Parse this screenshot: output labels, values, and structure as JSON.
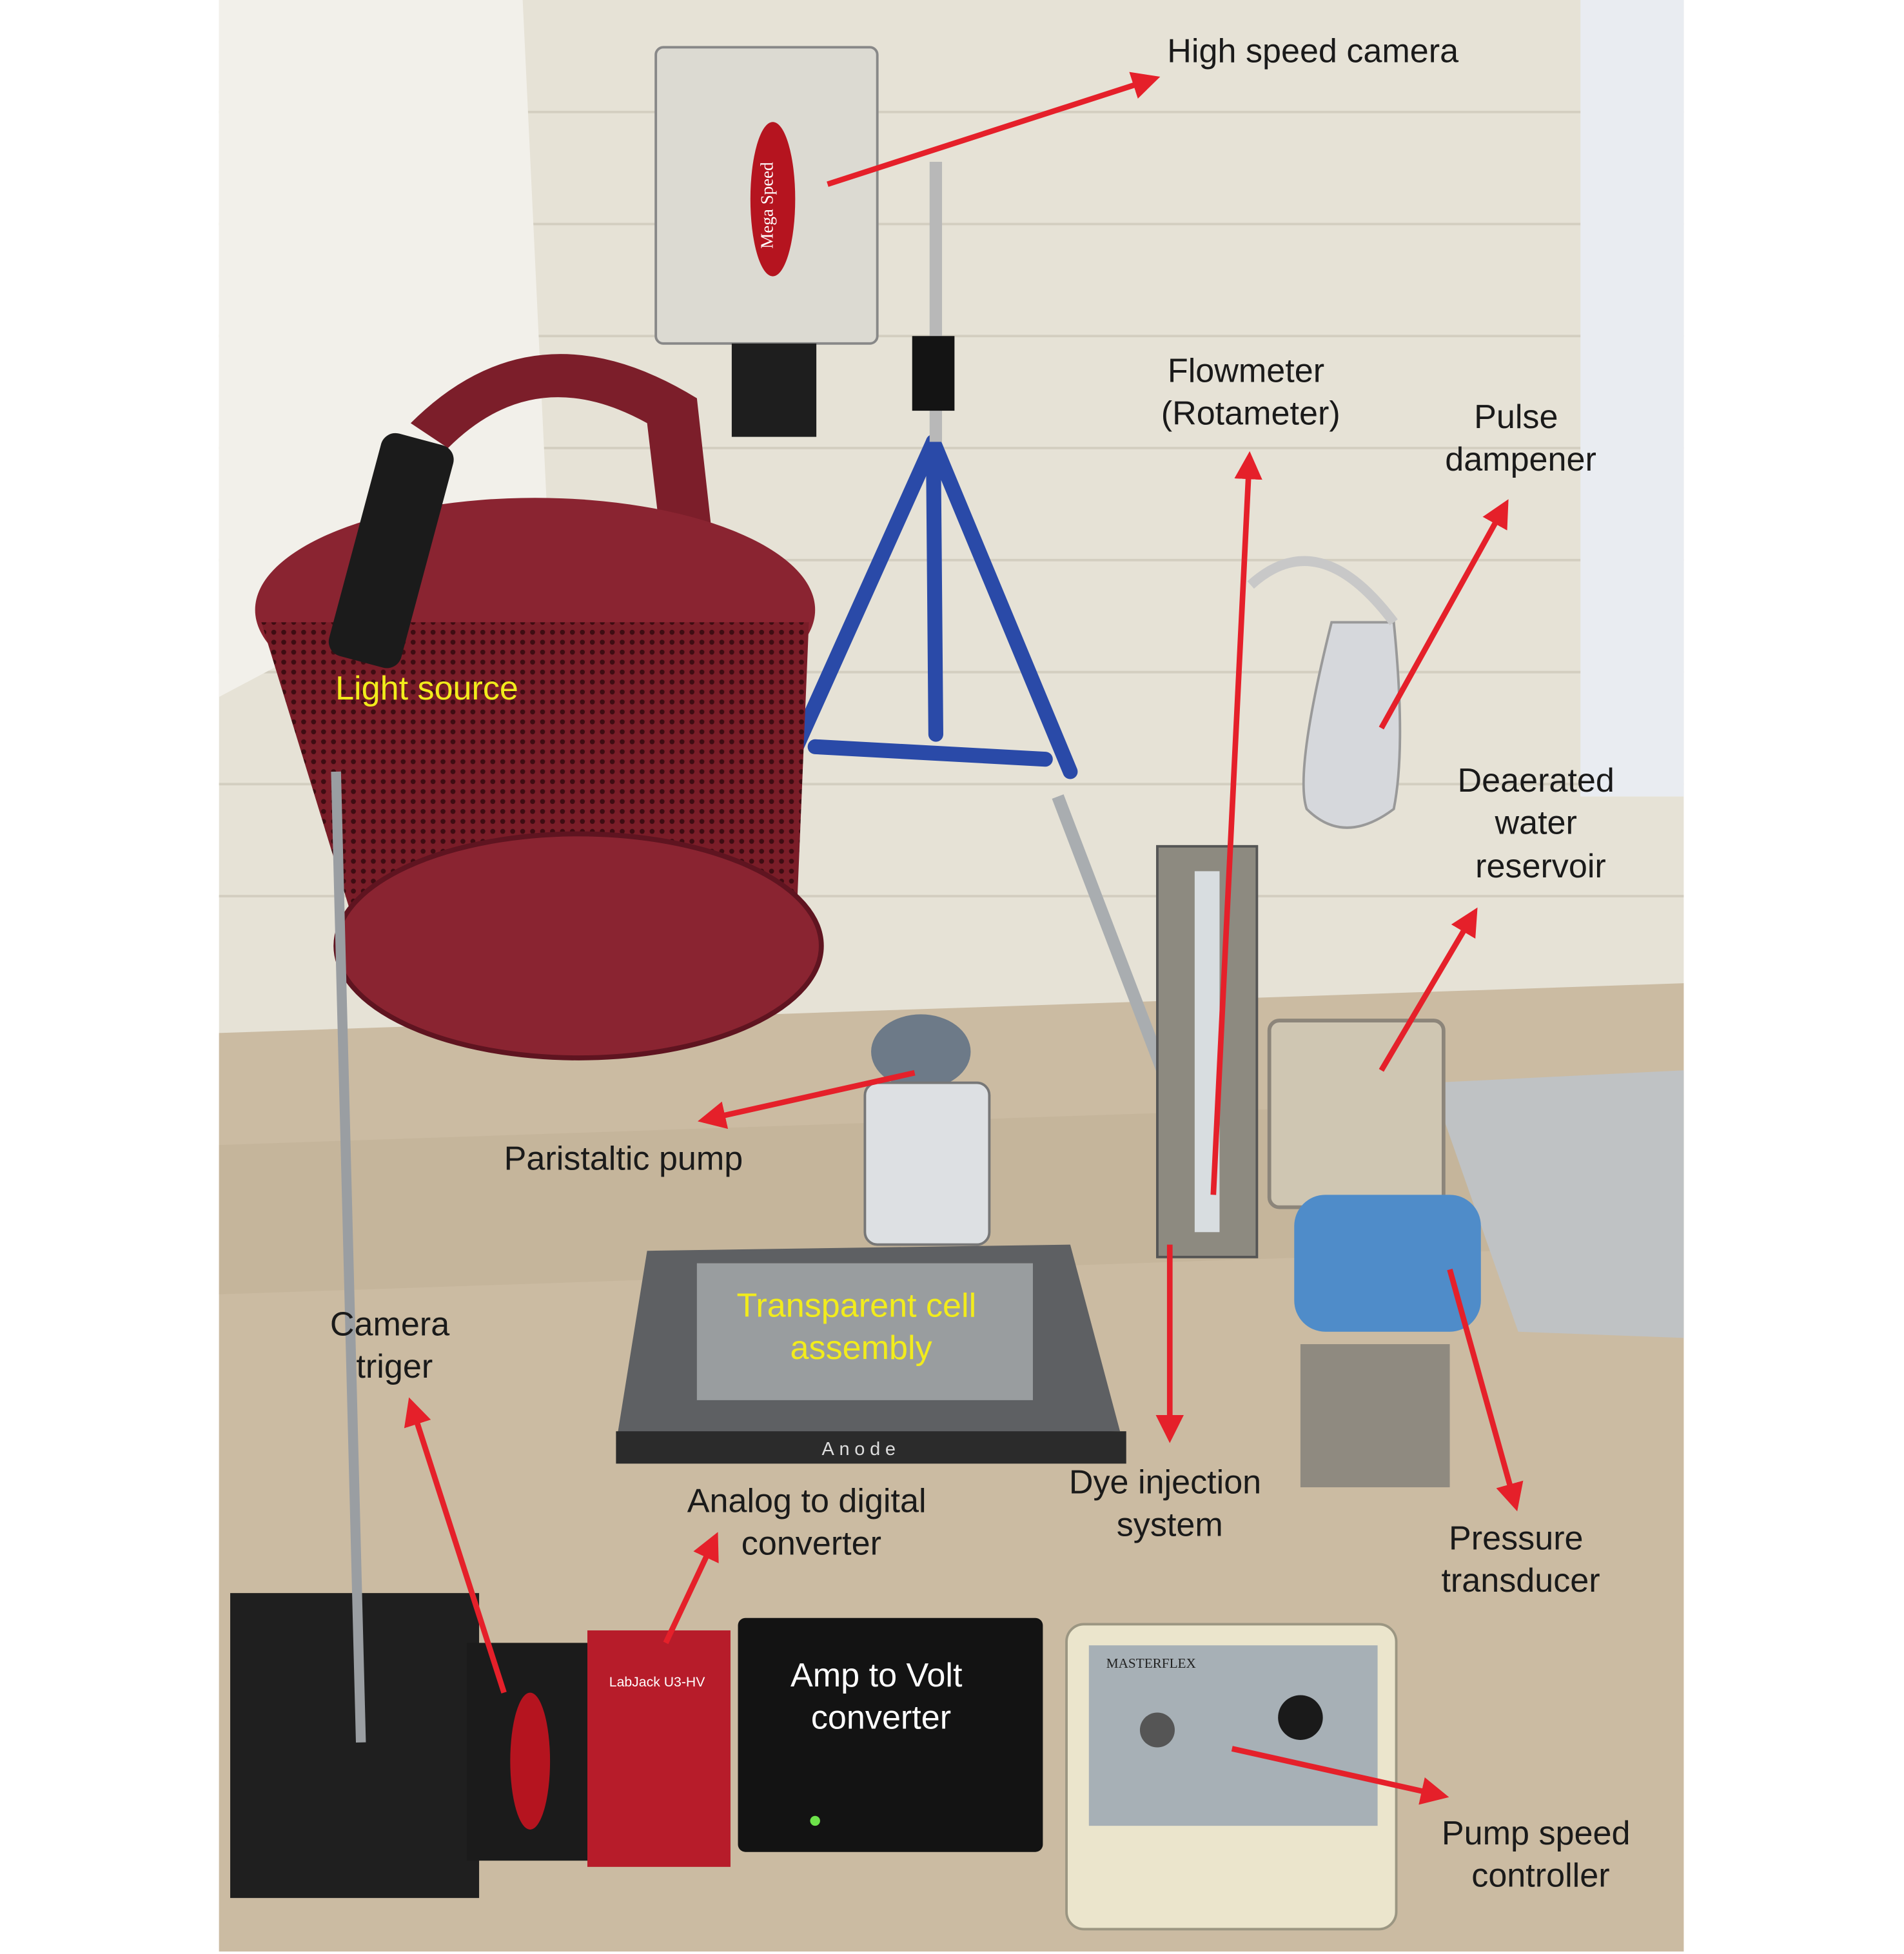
{
  "figure": {
    "labels": {
      "high_speed_camera": "High speed camera",
      "flowmeter": [
        "Flowmeter",
        "(Rotameter)"
      ],
      "pulse_dampener": [
        "Pulse",
        "dampener"
      ],
      "light_source": "Light source",
      "deaerated_water_reservoir": [
        "Deaerated",
        "water",
        "reservoir"
      ],
      "peristaltic_pump": "Paristaltic pump",
      "transparent_cell_assembly": [
        "Transparent cell",
        "assembly"
      ],
      "camera_trigger": [
        "Camera",
        "triger"
      ],
      "dye_injection_system": [
        "Dye injection",
        "system"
      ],
      "analog_to_digital_converter": [
        "Analog to digital",
        "converter"
      ],
      "pressure_transducer": [
        "Pressure",
        "transducer"
      ],
      "amp_to_volt_converter": [
        "Amp to Volt",
        "converter"
      ],
      "pump_speed_controller": [
        "Pump speed",
        "controller"
      ]
    },
    "photo_text": {
      "anode": "Anode",
      "labjack": "LabJack U3-HV",
      "mega_speed": "Mega Speed",
      "masterflex": "MASTERFLEX"
    },
    "colors": {
      "arrow": "#e5202a",
      "label_dark": "#1a1a1a",
      "label_yellow": "#f2ec1c",
      "label_white": "#ffffff"
    }
  }
}
